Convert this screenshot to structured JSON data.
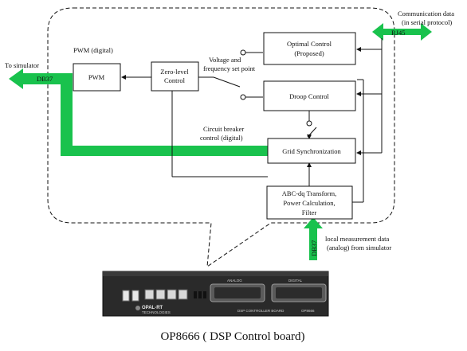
{
  "labels": {
    "pwm_digital": "PWM (digital)",
    "to_simulator": "To simulator",
    "db37_left": "DB37",
    "voltage_setpoint_1": "Voltage and",
    "voltage_setpoint_2": "frequency set point",
    "comm_data_1": "Communication data",
    "comm_data_2": "(in serial protocol)",
    "rj45": "RJ45",
    "breaker_1": "Circuit breaker",
    "breaker_2": "control (digital)",
    "local_meas_1": "local measurement data",
    "local_meas_2": "(analog) from simulator",
    "db37_bottom": "DB37"
  },
  "blocks": {
    "pwm": "PWM",
    "zero_level_1": "Zero-level",
    "zero_level_2": "Control",
    "optimal_1": "Optimal Control",
    "optimal_2": "(Proposed)",
    "droop": "Droop Control",
    "grid_sync": "Grid Synchronization",
    "abc_1": "ABC-dq Transform,",
    "abc_2": "Power Calculation,",
    "abc_3": "Filter"
  },
  "device": {
    "brand_1": "OPAL-RT",
    "brand_2": "TECHNOLOGIES",
    "board_name": "DSP CONTROLLER BOARD",
    "model_tag": "OP8666",
    "port_1": "ANALOG",
    "port_2": "DIGITAL"
  },
  "caption": "OP8666 ( DSP Control board)",
  "colors": {
    "bus_green": "#19c24d",
    "device_body": "#2a2a2a"
  }
}
